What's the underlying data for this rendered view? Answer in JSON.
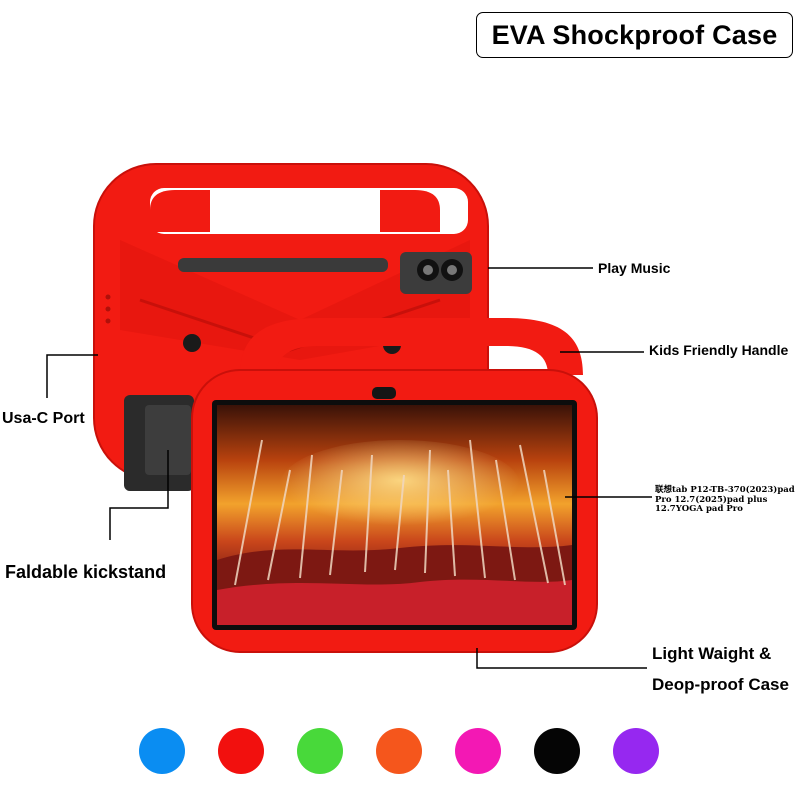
{
  "title": "EVA Shockproof Case",
  "callouts": {
    "play_music": "Play Music",
    "kids_handle": "Kids Friendly Handle",
    "usb_port": "Usa-C Port",
    "kickstand": "Faldable kickstand",
    "model_line1": "联想tab P12-TB-370(2023)pad",
    "model_line2": "Pro 12.7(2025)pad plus",
    "model_line3": "12.7YOGA pad Pro",
    "light_weight": "Light Waight &",
    "drop_proof": "Deop-proof Case"
  },
  "colors": {
    "case": "#f21b12",
    "case_shade": "#d8120b",
    "swatches": [
      "#0a8df2",
      "#f2100e",
      "#48d93a",
      "#f5561c",
      "#f318b4",
      "#050505",
      "#9628f0"
    ]
  },
  "icons": [
    "camera-icon",
    "color-swatch"
  ]
}
